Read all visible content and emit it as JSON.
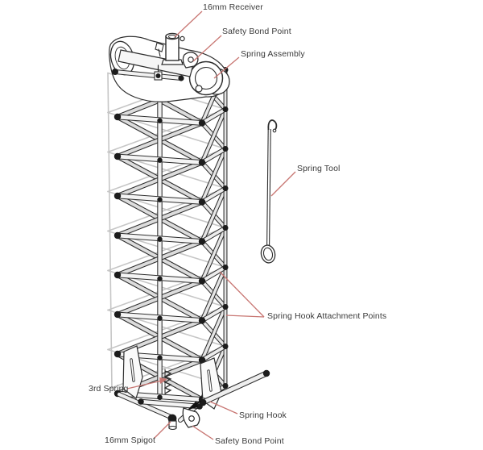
{
  "diagram": {
    "colors": {
      "annotation": "#c87672",
      "line": "#2e2e2e",
      "line_light": "#c6c6c6",
      "text": "#3a3a3a",
      "joint": "#1c1c1c",
      "tube_fill": "#f4f4f4",
      "diag_fill": "#dcdcdc",
      "side_fill": "#e6e6e6"
    },
    "labels": {
      "receiver": "16mm Receiver",
      "safety_bond_top": "Safety Bond Point",
      "spring_assembly": "Spring Assembly",
      "spring_tool": "Spring Tool",
      "attachment_points": "Spring Hook Attachment Points",
      "third_spring": "3rd Spring",
      "spring_hook": "Spring Hook",
      "spigot": "16mm Spigot",
      "safety_bond_bottom": "Safety Bond Point"
    }
  }
}
